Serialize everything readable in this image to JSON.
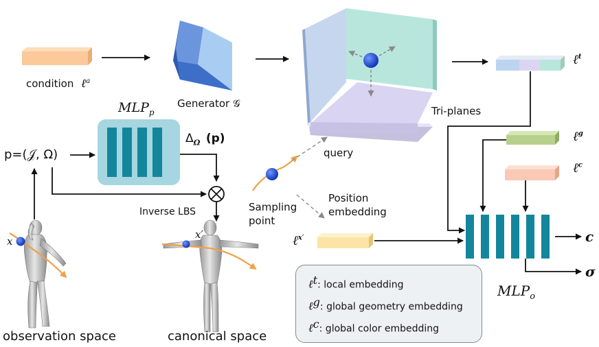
{
  "labels": {
    "condition": "condition",
    "condition_sym": "ℓ",
    "condition_sup": "a",
    "generator": "Generator 𝒢",
    "mlp_p": "MLP",
    "mlp_p_sub": "p",
    "delta": "Δ",
    "delta_sub": "Ω",
    "delta_arg": "(p)",
    "p_eq": "p=(𝒥, Ω)",
    "inverse_lbs": "Inverse LBS",
    "tri_planes": "Tri-planes",
    "query": "query",
    "sampling_point": "Sampling\npoint",
    "sampling_line1": "Sampling",
    "sampling_line2": "point",
    "position_embedding_1": "Position",
    "position_embedding_2": "embedding",
    "l_t": "ℓ",
    "l_t_sup": "t",
    "l_g": "ℓ",
    "l_g_sup": "g",
    "l_c": "ℓ",
    "l_c_sup": "c",
    "l_x": "ℓ",
    "l_x_sup": "x′",
    "out_c": "c",
    "out_sigma": "σ",
    "mlp_o": "MLP",
    "mlp_o_sub": "o",
    "x_obs": "x",
    "x_can": "x′",
    "observation_space": "observation space",
    "canonical_space": "canonical space"
  },
  "legend": [
    {
      "sym": "ℓ",
      "sup": "t",
      "text": ": local embedding"
    },
    {
      "sym": "ℓ",
      "sup": "g",
      "text": ": global geometry embedding"
    },
    {
      "sym": "ℓ",
      "sup": "c",
      "text": ": global color embedding"
    }
  ],
  "colors": {
    "condition_bar": "#fbc99a",
    "generator_dark": "#3d6fc9",
    "generator_light": "#a9cdf2",
    "plane_left": "#c6d6ee",
    "plane_back": "#b8e6dc",
    "plane_floor": "#d9d4f2",
    "mlp_bar": "#14869c",
    "mlp_p_bg": "#a6d6df",
    "lg_bar": "#b7d18c",
    "lc_bar": "#f9c9b6",
    "lx_bar": "#fbe5a6",
    "orange_curve": "#f0a04b",
    "blue_dot": "#1d4fd6",
    "legend_bg": "#eef1f4"
  }
}
